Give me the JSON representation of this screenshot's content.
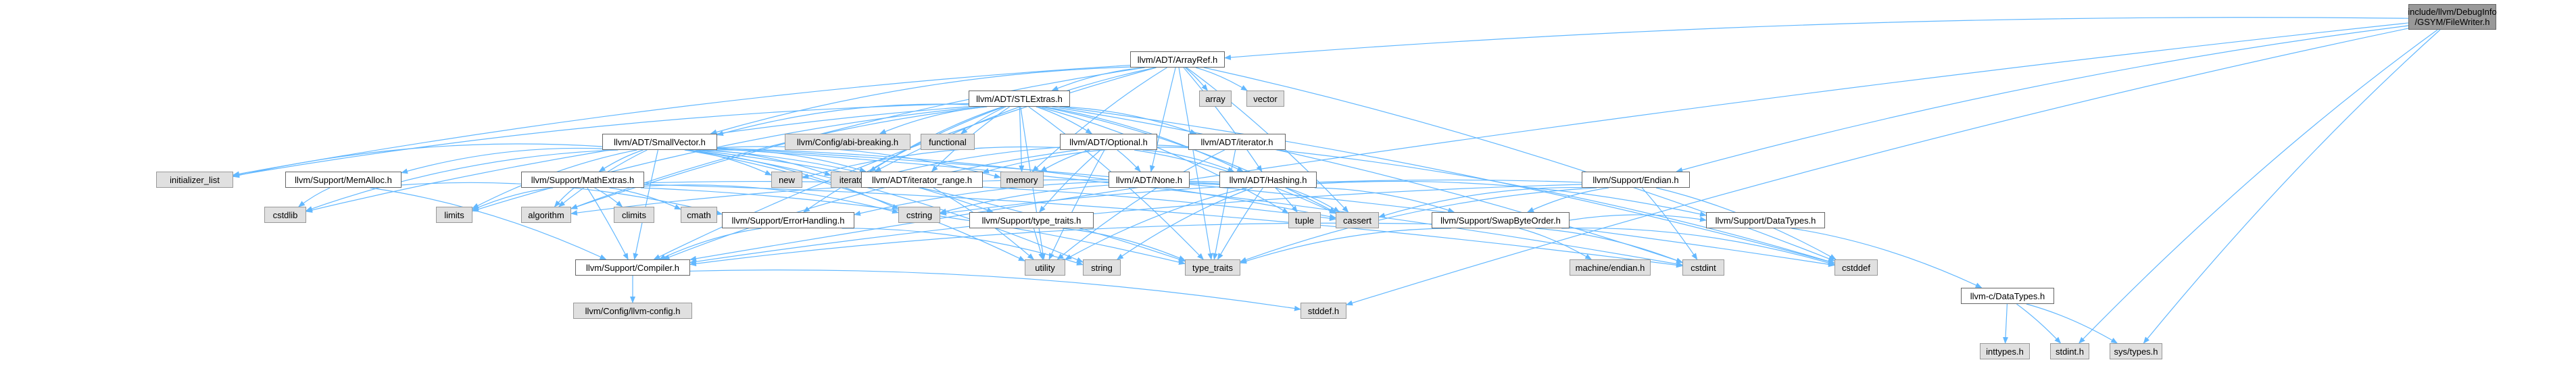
{
  "colors": {
    "edge": "#63b8ff",
    "root_fill": "#999999",
    "project_fill": "#ffffff",
    "system_fill": "#e0e0e0"
  },
  "nodes": [
    {
      "id": "root",
      "label": "include/llvm/DebugInfo\n/GSYM/FileWriter.h",
      "kind": "root"
    },
    {
      "id": "arrayref",
      "label": "llvm/ADT/ArrayRef.h",
      "kind": "project"
    },
    {
      "id": "endian",
      "label": "llvm/Support/Endian.h",
      "kind": "project"
    },
    {
      "id": "stllextras",
      "label": "llvm/ADT/STLExtras.h",
      "kind": "project"
    },
    {
      "id": "smallvector",
      "label": "llvm/ADT/SmallVector.h",
      "kind": "project"
    },
    {
      "id": "optional",
      "label": "llvm/ADT/Optional.h",
      "kind": "project"
    },
    {
      "id": "adtiterator",
      "label": "llvm/ADT/iterator.h",
      "kind": "project"
    },
    {
      "id": "hashing",
      "label": "llvm/ADT/Hashing.h",
      "kind": "project"
    },
    {
      "id": "abibreaking",
      "label": "llvm/Config/abi-breaking.h",
      "kind": "system"
    },
    {
      "id": "functional",
      "label": "functional",
      "kind": "system"
    },
    {
      "id": "array",
      "label": "array",
      "kind": "system"
    },
    {
      "id": "vector",
      "label": "vector",
      "kind": "system"
    },
    {
      "id": "memalloc",
      "label": "llvm/Support/MemAlloc.h",
      "kind": "project"
    },
    {
      "id": "mathextras",
      "label": "llvm/Support/MathExtras.h",
      "kind": "project"
    },
    {
      "id": "new",
      "label": "new",
      "kind": "system"
    },
    {
      "id": "iterator",
      "label": "iterator",
      "kind": "system"
    },
    {
      "id": "memory",
      "label": "memory",
      "kind": "system"
    },
    {
      "id": "iteratorrange",
      "label": "llvm/ADT/iterator_range.h",
      "kind": "project"
    },
    {
      "id": "none",
      "label": "llvm/ADT/None.h",
      "kind": "project"
    },
    {
      "id": "initlist",
      "label": "initializer_list",
      "kind": "system"
    },
    {
      "id": "cstdlib",
      "label": "cstdlib",
      "kind": "system"
    },
    {
      "id": "limits",
      "label": "limits",
      "kind": "system"
    },
    {
      "id": "algorithm",
      "label": "algorithm",
      "kind": "system"
    },
    {
      "id": "climits",
      "label": "climits",
      "kind": "system"
    },
    {
      "id": "cmath",
      "label": "cmath",
      "kind": "system"
    },
    {
      "id": "errorhandling",
      "label": "llvm/Support/ErrorHandling.h",
      "kind": "project"
    },
    {
      "id": "cstring",
      "label": "cstring",
      "kind": "system"
    },
    {
      "id": "typetraitsllvm",
      "label": "llvm/Support/type_traits.h",
      "kind": "project"
    },
    {
      "id": "tuple",
      "label": "tuple",
      "kind": "system"
    },
    {
      "id": "cassert",
      "label": "cassert",
      "kind": "system"
    },
    {
      "id": "swapbyteorder",
      "label": "llvm/Support/SwapByteOrder.h",
      "kind": "project"
    },
    {
      "id": "datatypes",
      "label": "llvm/Support/DataTypes.h",
      "kind": "project"
    },
    {
      "id": "compiler",
      "label": "llvm/Support/Compiler.h",
      "kind": "project"
    },
    {
      "id": "utility",
      "label": "utility",
      "kind": "system"
    },
    {
      "id": "string",
      "label": "string",
      "kind": "system"
    },
    {
      "id": "typetraits",
      "label": "type_traits",
      "kind": "system"
    },
    {
      "id": "machineendian",
      "label": "machine/endian.h",
      "kind": "system"
    },
    {
      "id": "cstdint",
      "label": "cstdint",
      "kind": "system"
    },
    {
      "id": "cstddef",
      "label": "cstddef",
      "kind": "system"
    },
    {
      "id": "cdatatypes",
      "label": "llvm-c/DataTypes.h",
      "kind": "project"
    },
    {
      "id": "llvmconfig",
      "label": "llvm/Config/llvm-config.h",
      "kind": "system"
    },
    {
      "id": "stddef",
      "label": "stddef.h",
      "kind": "system"
    },
    {
      "id": "inttypes",
      "label": "inttypes.h",
      "kind": "system"
    },
    {
      "id": "stdint",
      "label": "stdint.h",
      "kind": "system"
    },
    {
      "id": "systypes",
      "label": "sys/types.h",
      "kind": "system"
    }
  ],
  "edges": [
    [
      "root",
      "arrayref"
    ],
    [
      "root",
      "endian"
    ],
    [
      "root",
      "compiler"
    ],
    [
      "root",
      "stddef"
    ],
    [
      "root",
      "stdint"
    ],
    [
      "root",
      "systypes"
    ],
    [
      "arrayref",
      "stllextras"
    ],
    [
      "arrayref",
      "smallvector"
    ],
    [
      "arrayref",
      "hashing"
    ],
    [
      "arrayref",
      "none"
    ],
    [
      "arrayref",
      "array"
    ],
    [
      "arrayref",
      "vector"
    ],
    [
      "arrayref",
      "memory"
    ],
    [
      "arrayref",
      "iterator"
    ],
    [
      "arrayref",
      "initlist"
    ],
    [
      "arrayref",
      "algorithm"
    ],
    [
      "arrayref",
      "cassert"
    ],
    [
      "arrayref",
      "typetraits"
    ],
    [
      "arrayref",
      "cstddef"
    ],
    [
      "arrayref",
      "compiler"
    ],
    [
      "stllextras",
      "abibreaking"
    ],
    [
      "stllextras",
      "functional"
    ],
    [
      "stllextras",
      "optional"
    ],
    [
      "stllextras",
      "adtiterator"
    ],
    [
      "stllextras",
      "smallvector"
    ],
    [
      "stllextras",
      "iteratorrange"
    ],
    [
      "stllextras",
      "hashing"
    ],
    [
      "stllextras",
      "errorhandling"
    ],
    [
      "stllextras",
      "initlist"
    ],
    [
      "stllextras",
      "cstdlib"
    ],
    [
      "stllextras",
      "limits"
    ],
    [
      "stllextras",
      "algorithm"
    ],
    [
      "stllextras",
      "memory"
    ],
    [
      "stllextras",
      "tuple"
    ],
    [
      "stllextras",
      "cassert"
    ],
    [
      "stllextras",
      "cstddef"
    ],
    [
      "stllextras",
      "cstdint"
    ],
    [
      "stllextras",
      "utility"
    ],
    [
      "stllextras",
      "typetraits"
    ],
    [
      "stllextras",
      "iterator"
    ],
    [
      "smallvector",
      "memalloc"
    ],
    [
      "smallvector",
      "mathextras"
    ],
    [
      "smallvector",
      "compiler"
    ],
    [
      "smallvector",
      "typetraitsllvm"
    ],
    [
      "smallvector",
      "new"
    ],
    [
      "smallvector",
      "iterator"
    ],
    [
      "smallvector",
      "memory"
    ],
    [
      "smallvector",
      "iteratorrange"
    ],
    [
      "smallvector",
      "initlist"
    ],
    [
      "smallvector",
      "cstdlib"
    ],
    [
      "smallvector",
      "limits"
    ],
    [
      "smallvector",
      "algorithm"
    ],
    [
      "smallvector",
      "cstring"
    ],
    [
      "smallvector",
      "cassert"
    ],
    [
      "smallvector",
      "cstddef"
    ],
    [
      "smallvector",
      "cstdint"
    ],
    [
      "smallvector",
      "utility"
    ],
    [
      "smallvector",
      "typetraits"
    ],
    [
      "smallvector",
      "string"
    ],
    [
      "optional",
      "none"
    ],
    [
      "optional",
      "compiler"
    ],
    [
      "optional",
      "typetraitsllvm"
    ],
    [
      "optional",
      "cassert"
    ],
    [
      "optional",
      "new"
    ],
    [
      "optional",
      "memory"
    ],
    [
      "optional",
      "utility"
    ],
    [
      "optional",
      "hashing"
    ],
    [
      "adtiterator",
      "iteratorrange"
    ],
    [
      "adtiterator",
      "iterator"
    ],
    [
      "adtiterator",
      "cstddef"
    ],
    [
      "adtiterator",
      "utility"
    ],
    [
      "adtiterator",
      "typetraits"
    ],
    [
      "hashing",
      "errorhandling"
    ],
    [
      "hashing",
      "swapbyteorder"
    ],
    [
      "hashing",
      "datatypes"
    ],
    [
      "hashing",
      "type_traits_llvm_x"
    ],
    [
      "hashing",
      "algorithm"
    ],
    [
      "hashing",
      "cassert"
    ],
    [
      "hashing",
      "cstring"
    ],
    [
      "hashing",
      "string"
    ],
    [
      "hashing",
      "tuple"
    ],
    [
      "hashing",
      "utility"
    ],
    [
      "hashing",
      "typetraits"
    ],
    [
      "memalloc",
      "compiler"
    ],
    [
      "memalloc",
      "errorhandling"
    ],
    [
      "memalloc",
      "cstdlib"
    ],
    [
      "mathextras",
      "compiler"
    ],
    [
      "mathextras",
      "algorithm"
    ],
    [
      "mathextras",
      "cassert"
    ],
    [
      "mathextras",
      "climits"
    ],
    [
      "mathextras",
      "cmath"
    ],
    [
      "mathextras",
      "cstdint"
    ],
    [
      "mathextras",
      "cstring"
    ],
    [
      "mathextras",
      "limits"
    ],
    [
      "mathextras",
      "typetraits"
    ],
    [
      "iteratorrange",
      "utility"
    ],
    [
      "errorhandling",
      "compiler"
    ],
    [
      "errorhandling",
      "string"
    ],
    [
      "typetraitsllvm",
      "typetraits"
    ],
    [
      "typetraitsllvm",
      "utility"
    ],
    [
      "endian",
      "compiler"
    ],
    [
      "endian",
      "swapbyteorder"
    ],
    [
      "endian",
      "cassert"
    ],
    [
      "endian",
      "cstddef"
    ],
    [
      "endian",
      "cstdint"
    ],
    [
      "endian",
      "cstring"
    ],
    [
      "endian",
      "typetraits"
    ],
    [
      "swapbyteorder",
      "compiler"
    ],
    [
      "swapbyteorder",
      "datatypes"
    ],
    [
      "swapbyteorder",
      "cstddef"
    ],
    [
      "swapbyteorder",
      "cstdint"
    ],
    [
      "swapbyteorder",
      "typetraits"
    ],
    [
      "swapbyteorder",
      "machineendian"
    ],
    [
      "datatypes",
      "cdatatypes"
    ],
    [
      "cdatatypes",
      "inttypes"
    ],
    [
      "cdatatypes",
      "stdint"
    ],
    [
      "cdatatypes",
      "systypes"
    ],
    [
      "compiler",
      "llvmconfig"
    ],
    [
      "compiler",
      "stddef"
    ]
  ]
}
